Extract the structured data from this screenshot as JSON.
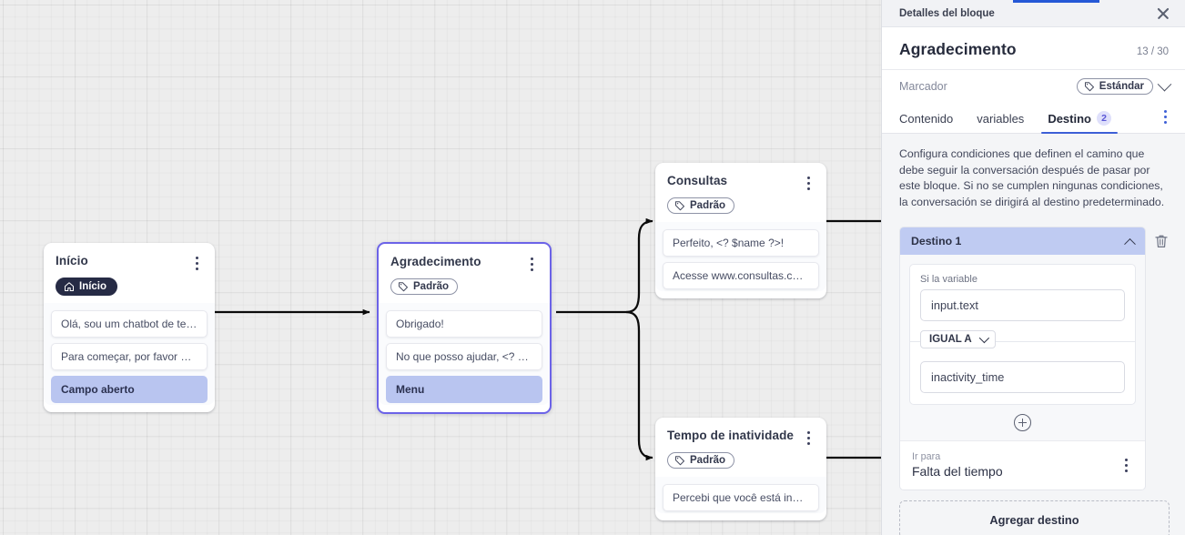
{
  "panel": {
    "topbar_title": "Detalles del bloque",
    "close_icon": "close-icon",
    "title": "Agradecimento",
    "count": "13 / 30",
    "marker_label": "Marcador",
    "marker_value": "Estándar",
    "tabs": [
      {
        "label": "Contenido",
        "badge": ""
      },
      {
        "label": "variables",
        "badge": ""
      },
      {
        "label": "Destino",
        "badge": "2"
      }
    ],
    "description": "Configura condiciones que definen el camino que debe seguir la conversación después de pasar por este bloque. Si no se cumplen ningunas condiciones, la conversación se dirigirá al destino predeterminado.",
    "destination": {
      "header": "Destino 1",
      "condition_label": "Si la variable",
      "variable_value": "input.text",
      "operator": "IGUAL A",
      "compare_value": "inactivity_time",
      "goto_label": "Ir para",
      "goto_value": "Falta del tiempo"
    },
    "add_destination": "Agregar destino",
    "accent_blue": "#3d5fd6",
    "badge_bg": "#dfe0fb",
    "dest_header_bg": "#bfcbf2"
  },
  "canvas": {
    "nodes": [
      {
        "id": "inicio",
        "title": "Início",
        "tag": "Início",
        "tag_style": "dark",
        "tag_icon": "home-icon",
        "selected": false,
        "rows": [
          {
            "text": "Olá, sou um chatbot de teste!",
            "highlight": false
          },
          {
            "text": "Para começar, por favor digite o ...",
            "highlight": false
          },
          {
            "text": "Campo aberto",
            "highlight": true
          }
        ]
      },
      {
        "id": "agradecimento",
        "title": "Agradecimento",
        "tag": "Padrão",
        "tag_style": "light",
        "tag_icon": "tag-icon",
        "selected": true,
        "rows": [
          {
            "text": "Obrigado!",
            "highlight": false
          },
          {
            "text": "No que posso ajudar, <? $name ...",
            "highlight": false
          },
          {
            "text": "Menu",
            "highlight": true
          }
        ]
      },
      {
        "id": "consultas",
        "title": "Consultas",
        "tag": "Padrão",
        "tag_style": "light",
        "tag_icon": "tag-icon",
        "selected": false,
        "rows": [
          {
            "text": "Perfeito, <? $name ?>!",
            "highlight": false
          },
          {
            "text": "Acesse www.consultas.com par...",
            "highlight": false
          }
        ]
      },
      {
        "id": "inatividade",
        "title": "Tempo de inatividade",
        "tag": "Padrão",
        "tag_style": "light",
        "tag_icon": "tag-icon",
        "selected": false,
        "rows": [
          {
            "text": "Percebi que você está inativo. C...",
            "highlight": false
          }
        ]
      }
    ]
  }
}
